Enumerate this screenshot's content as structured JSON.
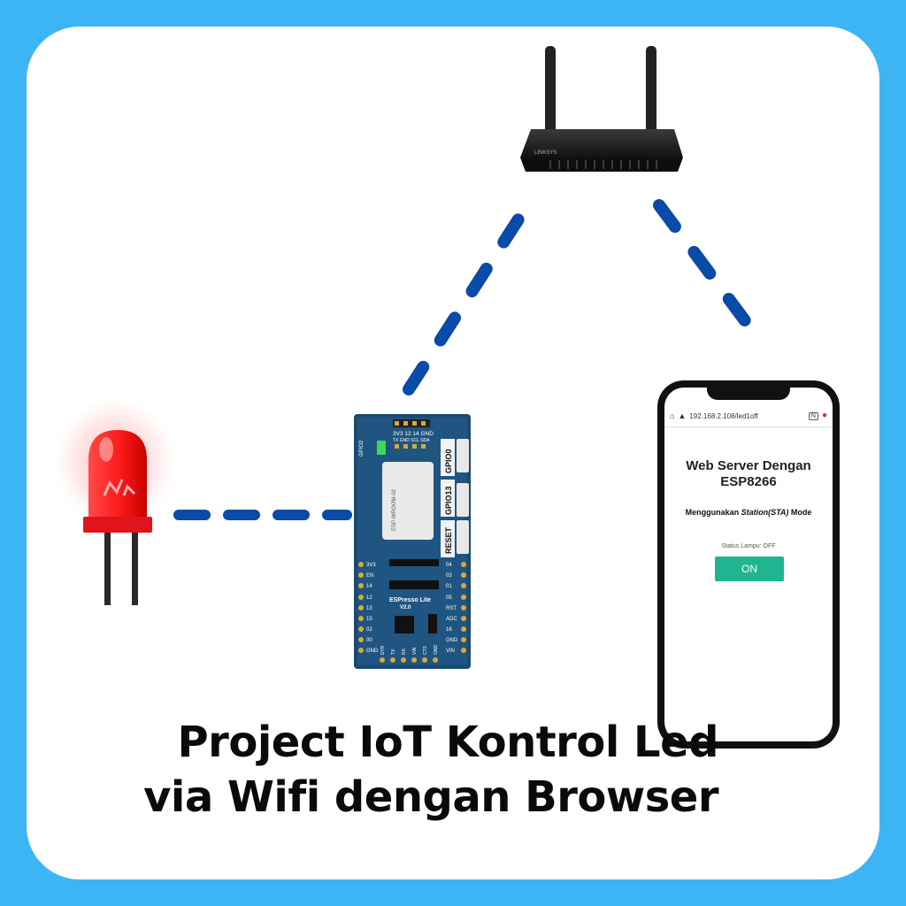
{
  "caption": {
    "line1": "Project IoT Kontrol Led",
    "line2": "via Wifi dengan Browser"
  },
  "board": {
    "module_label": "ESP-WROOM-02",
    "brand": "ESPresso Lite",
    "version": "V2.0",
    "header_top": "3V3 12 14 GND",
    "header_top2": "TX GND SCL SDA",
    "side_label_gpio2": "GPIO2",
    "buttons": [
      "GPIO0",
      "GPIO13",
      "RESET"
    ],
    "left_pins": [
      "3V3",
      "EN",
      "14",
      "12",
      "13",
      "15",
      "02",
      "00",
      "GND"
    ],
    "right_pins": [
      "04",
      "03",
      "01",
      "05",
      "RST",
      "ADC",
      "16",
      "GND",
      "VIN"
    ],
    "bottom_pins": [
      "DTR",
      "TX",
      "RX",
      "VIN",
      "CTS",
      "GND"
    ]
  },
  "router": {
    "brand": "LINKSYS"
  },
  "phone": {
    "url": "192.168.2.108/led1off",
    "tab_count": "N",
    "title": "Web Server Dengan ESP8266",
    "subtitle_prefix": "Menggunakan ",
    "subtitle_em": "Station(STA)",
    "subtitle_suffix": " Mode",
    "status": "Status Lampu: OFF",
    "button_label": "ON"
  },
  "colors": {
    "frame": "#3db5f5",
    "link": "#0a4aa8",
    "board": "#1b4b6e",
    "led": "#ff2020",
    "button": "#1fb590"
  }
}
